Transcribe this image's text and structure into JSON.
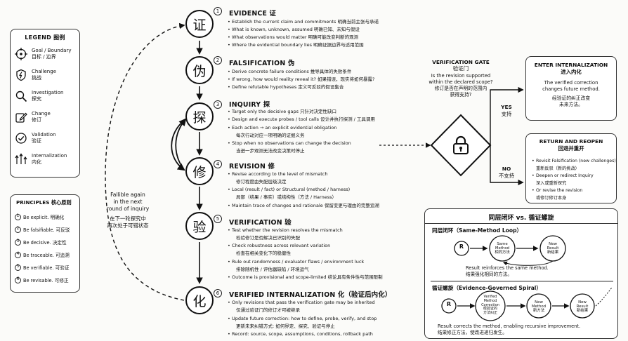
{
  "legend": {
    "title": "LEGEND 图例",
    "items": [
      {
        "icon": "target-icon",
        "label": "Goal / Boundary",
        "zh": "目标 / 边界"
      },
      {
        "icon": "warning-shield-icon",
        "label": "Challenge",
        "zh": "挑战"
      },
      {
        "icon": "magnifier-icon",
        "label": "Investigation",
        "zh": "探究"
      },
      {
        "icon": "pencil-edit-icon",
        "label": "Change",
        "zh": "修订"
      },
      {
        "icon": "check-circle-icon",
        "label": "Validation",
        "zh": "验证"
      },
      {
        "icon": "up-arrows-icon",
        "label": "Internalization",
        "zh": "内化"
      }
    ]
  },
  "principles": {
    "title": "PRINCIPLES 核心原则",
    "items": [
      {
        "n": "1",
        "text": "Be explicit.  明确化"
      },
      {
        "n": "2",
        "text": "Be falsifiable.  可反驳"
      },
      {
        "n": "3",
        "text": "Be decisive.  决定性"
      },
      {
        "n": "4",
        "text": "Be traceable.  可追溯"
      },
      {
        "n": "5",
        "text": "Be verifiable.  可验证"
      },
      {
        "n": "6",
        "text": "Be revisable.  可修正"
      }
    ]
  },
  "loop_note": {
    "en": [
      "Fallible again",
      "in the next",
      "round of inquiry"
    ],
    "zh": [
      "在下一轮探究中",
      "再次处于可错状态"
    ]
  },
  "steps": [
    {
      "n": "1",
      "char": "证",
      "title": "EVIDENCE  证",
      "bullets": [
        "Establish the current claim and commitments  明确当前主张与承诺",
        "What is known, unknown, assumed  明确已知、未知与假设",
        "What observations would matter  明确可能改变判断的观测",
        "Where the evidential boundary lies  明确证据边界与适用范围"
      ]
    },
    {
      "n": "2",
      "char": "伪",
      "title": "FALSIFICATION  伪",
      "bullets": [
        "Derive concrete failure conditions  推导具体的失败条件",
        "If wrong, how would reality reveal it?  如果错误，现实将如何暴露?",
        "Define refutable hypotheses  定义可反驳的假设集合"
      ]
    },
    {
      "n": "3",
      "char": "探",
      "title": "INQUIRY  探",
      "bullets": [
        "Target only the decisive gaps  只针对决定性缺口",
        "Design and execute probes / tool calls  设计并执行探测 / 工具调用",
        "Each action → an explicit evidential obligation",
        "每次行动对应一项明确的证据义务",
        "Stop when no observations can change the decision",
        "当进一步观测无法改变决策时停止"
      ]
    },
    {
      "n": "4",
      "char": "修",
      "title": "REVISION  修",
      "bullets": [
        "Revise according to the level of mismatch",
        "修订程度由失配层级决定",
        "Local (result / fact) or Structural (method / harness)",
        "局部（结果 / 事实）或结构性（方法 / Harness）",
        "Maintain trace of changes and rationale  保留变更与理由的完整追溯"
      ]
    },
    {
      "n": "5",
      "char": "验",
      "title": "VERIFICATION  验",
      "bullets": [
        "Test whether the revision resolves the mismatch",
        "检验修订是否解决已识别的失配",
        "Check robustness across relevant variation",
        "检查在相关变化下的稳健性",
        "Rule out randomness / evaluator flaws / environment luck",
        "排除随机性 / 评估器缺陷 / 环境运气",
        "Outcome is provisional and scope-limited  结论具有条件性与范围限制"
      ]
    },
    {
      "n": "6",
      "char": "化",
      "title": "VERIFIED INTERNALIZATION  化（验证后内化）",
      "bullets": [
        "Only revisions that pass the verification gate may be inherited",
        "仅通过验证门的修订才可被继承",
        "Update future correction: how to define, probe, verify, and stop",
        "更新未来纠错方式: 如何界定、探究、验证与停止",
        "Record: source, scope, assumptions, conditions, rollback path"
      ]
    }
  ],
  "gate": {
    "title": "VERIFICATION GATE",
    "zh": "验证门",
    "q": [
      "Is the revision supported",
      "within the declared scope?"
    ],
    "q_zh": [
      "修订是否在声明的范围内",
      "获得支持?"
    ],
    "yes": "YES",
    "yes_zh": "支持",
    "no": "NO",
    "no_zh": "不支持"
  },
  "enter_box": {
    "title": "ENTER INTERNALIZATION",
    "zh": "进入内化",
    "text": [
      "The verified correction",
      "changes future method."
    ],
    "text_zh": [
      "经验证的纠正改变",
      "未来方法。"
    ]
  },
  "return_box": {
    "title": "RETURN AND REOPEN",
    "zh": "回退并重开",
    "bullets": [
      "Revisit Falsification (new challenges)",
      "重新反驳（新的挑战）",
      "Deepen or redirect Inquiry",
      "深入或重新探究",
      "Or revise the revision",
      "或修订修订本身"
    ]
  },
  "compare": {
    "title": "同层闭环 vs. 循证螺旋",
    "loop_title": "同层闭环（Same-Method Loop）",
    "loop_nodes": {
      "r": "R",
      "a": [
        "Same",
        "Method",
        "相同方法"
      ],
      "b": [
        "New",
        "Result",
        "新结果"
      ]
    },
    "loop_caption": [
      "Result reinforces the same method.",
      "结果强化相同的方法。"
    ],
    "spiral_title": "循证螺旋（Evidence-Governed Spiral）",
    "spiral_nodes": {
      "r": "R",
      "a": [
        "Verified",
        "Method",
        "Correction",
        "经验证的",
        "方法纠正"
      ],
      "b": [
        "New",
        "Method",
        "新方法"
      ],
      "c": [
        "New",
        "Result",
        "新结果"
      ]
    },
    "spiral_caption": [
      "Result corrects the method, enabling recursive improvement.",
      "结果修正方法，使改进递归发生。"
    ]
  }
}
